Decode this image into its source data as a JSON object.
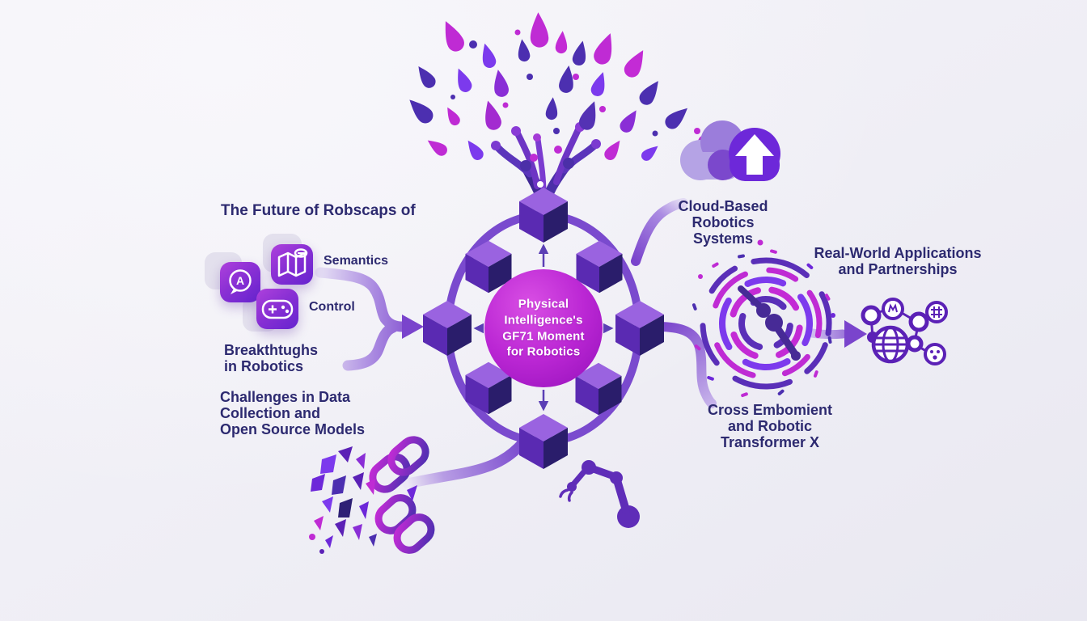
{
  "center_hub": {
    "label": "Physical\nIntelligence's\nGF71 Moment\nfor Robotics"
  },
  "left_section": {
    "heading": "The Future of Robscaps of",
    "semantics_label": "Semantics",
    "control_label": "Control",
    "breakthroughs_label": "Breakthtughs\nin Robotics",
    "challenges_label": "Challenges in Data\nCollection and\nOpen Source Models",
    "chat_icon_letter": "A"
  },
  "right_section": {
    "cloud_label": "Cloud-Based\nRobotics\nSystems",
    "real_world_label": "Real-World Applications\nand Partnerships",
    "cross_embodiment_label": "Cross Embomient\nand Robotic\nTransformer X"
  },
  "icons": [
    {
      "name": "chat-bubble-icon"
    },
    {
      "name": "map-icon"
    },
    {
      "name": "gamepad-icon"
    },
    {
      "name": "cloud-upload-icon"
    },
    {
      "name": "splash-burst-icon"
    },
    {
      "name": "cube-ring-hub-icon"
    },
    {
      "name": "vortex-robot-arm-icon"
    },
    {
      "name": "network-globe-icon"
    },
    {
      "name": "broken-chain-icon"
    },
    {
      "name": "robot-arm-icon"
    }
  ],
  "colors": {
    "background": "#f0eff6",
    "text_navy": "#2d2a70",
    "magenta": "#bf2bd4",
    "purple": "#6d28d9",
    "indigo": "#4c2fb0",
    "lavender": "#cfc0ee",
    "hub_circle_from": "#d94fe4",
    "hub_circle_to": "#a21cc7",
    "ring": "#7a4ace"
  }
}
